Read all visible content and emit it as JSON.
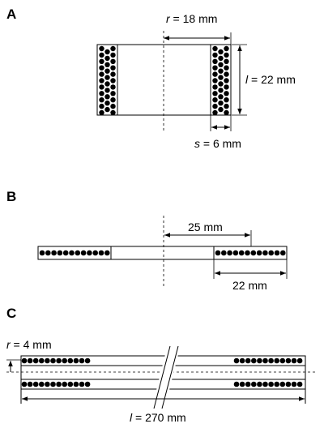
{
  "panels": {
    "a": {
      "label": "A",
      "r_symbol": "r",
      "r_value": " = 18 mm",
      "l_symbol": "l",
      "l_value": " = 22 mm",
      "s_symbol": "s",
      "s_value": " = 6 mm"
    },
    "b": {
      "label": "B",
      "radius_label": "25 mm",
      "length_label": "22 mm"
    },
    "c": {
      "label": "C",
      "r_symbol": "r",
      "r_value": " = 4 mm",
      "l_symbol": "l",
      "l_value": " = 270 mm"
    }
  }
}
